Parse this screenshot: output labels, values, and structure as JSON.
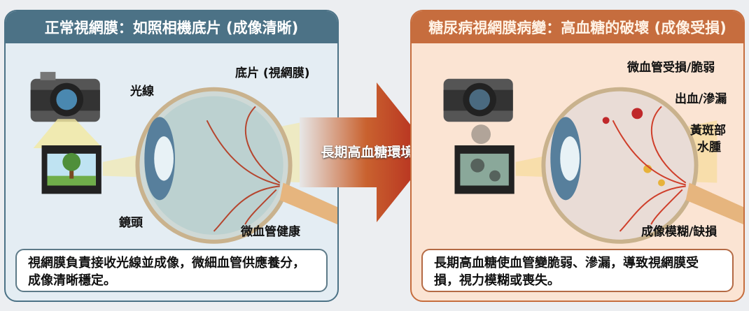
{
  "left": {
    "title": "正常視網膜：如照相機底片 (成像清晰)",
    "labels": {
      "light": "光線",
      "film": "底片 (視網膜)",
      "lens": "鏡頭",
      "vessels": "微血管健康"
    },
    "caption": "視網膜負責接收光線並成像，微細血管供應養分，成像清晰穩定。"
  },
  "arrow": {
    "label": "長期高血糖環境"
  },
  "right": {
    "title": "糖尿病視網膜病變：高血糖的破壞 (成像受損)",
    "labels": {
      "vessels": "微血管受損/脆弱",
      "bleeding": "出血/滲漏",
      "macula_1": "黃斑部",
      "macula_2": "水腫",
      "blur": "成像模糊/缺損"
    },
    "caption": "長期高血糖使血管變脆弱、滲漏，導致視網膜受損，視力模糊或喪失。"
  },
  "colors": {
    "left_header": "#4c7286",
    "right_header": "#c66d3e"
  }
}
